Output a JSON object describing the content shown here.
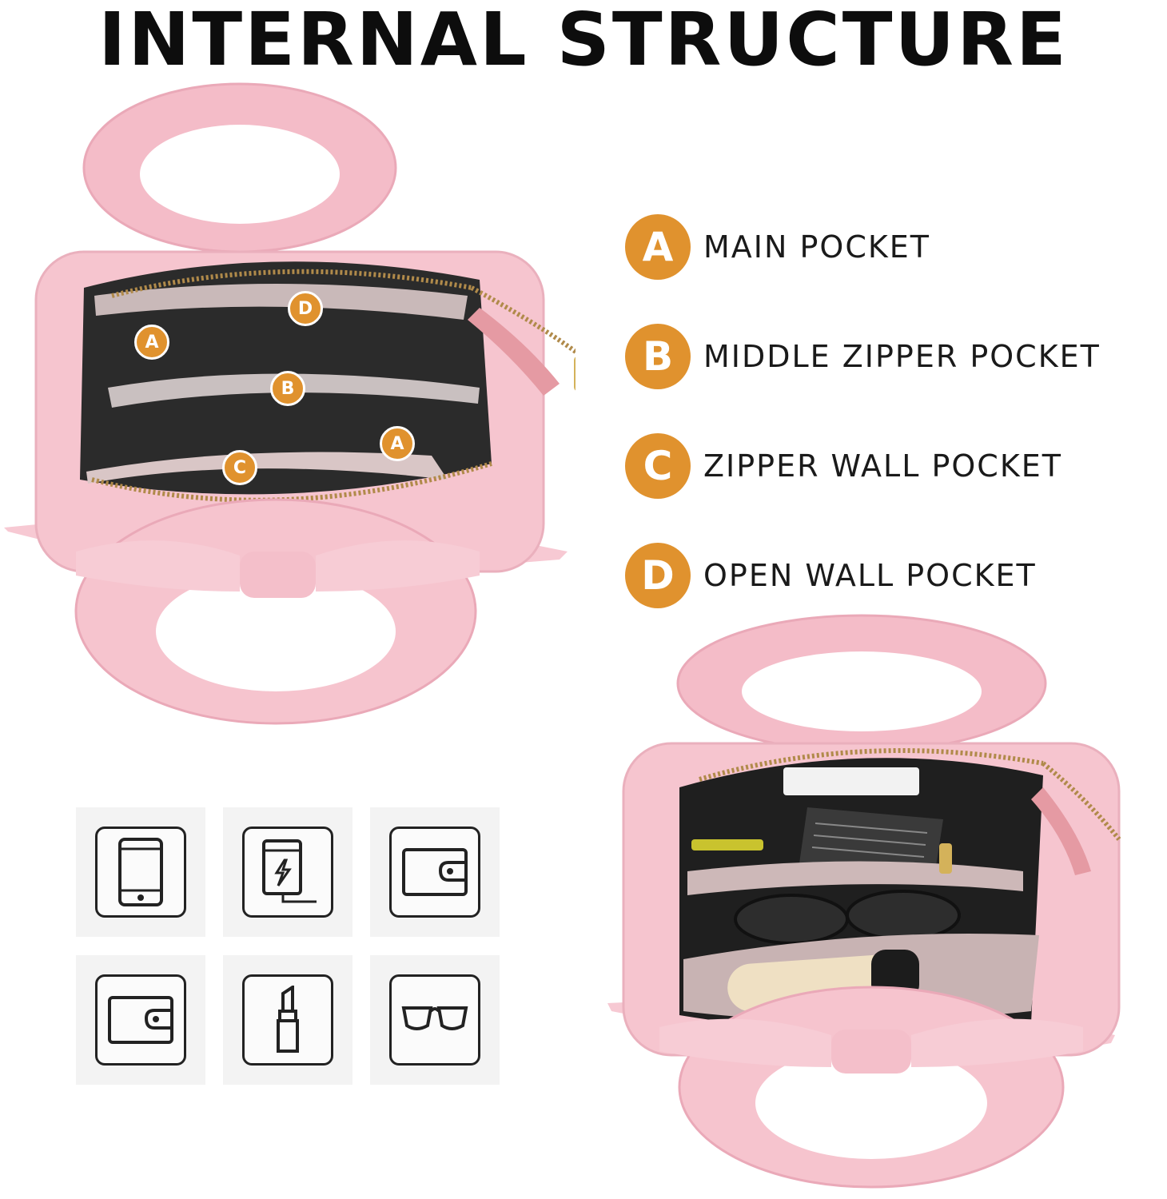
{
  "title": "INTERNAL STRUCTURE",
  "legend": [
    {
      "letter": "A",
      "label": "MAIN POCKET"
    },
    {
      "letter": "B",
      "label": "MIDDLE ZIPPER POCKET"
    },
    {
      "letter": "C",
      "label": "ZIPPER WALL POCKET"
    },
    {
      "letter": "D",
      "label": "OPEN WALL POCKET"
    }
  ],
  "photo_markers": [
    {
      "letter": "D"
    },
    {
      "letter": "A"
    },
    {
      "letter": "B"
    },
    {
      "letter": "A"
    },
    {
      "letter": "C"
    }
  ],
  "icons": [
    "phone-icon",
    "power-bank-icon",
    "wallet-icon",
    "card-wallet-icon",
    "lipstick-icon",
    "glasses-icon"
  ],
  "colors": {
    "accent": "#e0922e",
    "bag_pink": "#f6c5cf",
    "lining": "#2b2b2b",
    "title": "#0d0d0d"
  }
}
